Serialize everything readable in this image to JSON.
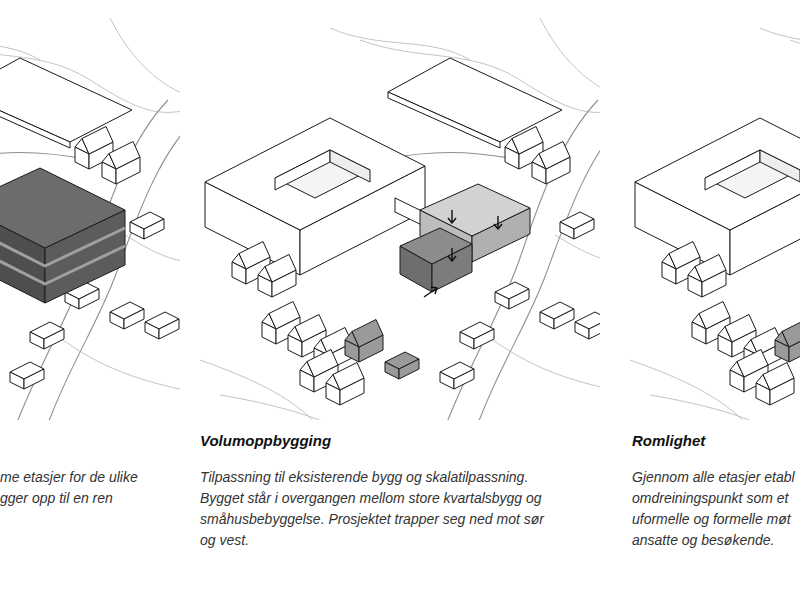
{
  "diagram": {
    "labels": [
      "me etasjer for de ulike",
      "gger opp til en ren",
      "Volumoppbygging",
      "Tilpassning til eksisterende bygg og skalatilpassning. Bygget står i overgangen mellom store kvartalsbygg og småhusbebyggelse. Prosjektet trapper seg ned mot sør og vest.",
      "Romlighet",
      "Gjennom alle etasjer etabl",
      "omdreiningspunkt som et",
      "uformelle og formelle møt",
      "ansatte og besøkende."
    ]
  }
}
